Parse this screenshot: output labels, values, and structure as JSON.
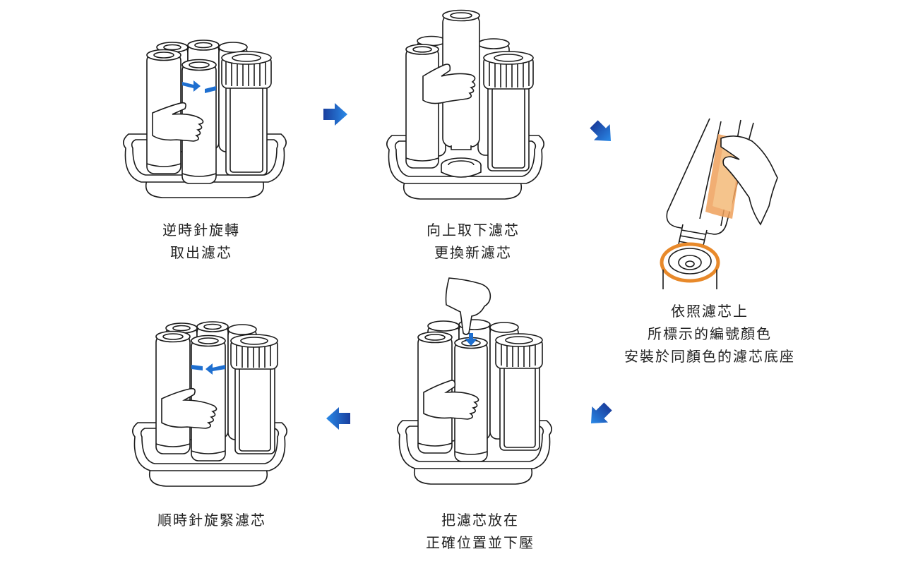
{
  "steps": [
    {
      "id": 1,
      "caption": [
        "逆時針旋轉",
        "取出濾芯"
      ]
    },
    {
      "id": 2,
      "caption": [
        "向上取下濾芯",
        "更換新濾芯"
      ]
    },
    {
      "id": 3,
      "caption": [
        "依照濾芯上",
        "所標示的編號顏色",
        "安裝於同顏色的濾芯底座"
      ]
    },
    {
      "id": 4,
      "caption": [
        "把濾芯放在",
        "正確位置並下壓"
      ]
    },
    {
      "id": 5,
      "caption": [
        "順時針旋緊濾芯"
      ]
    }
  ],
  "flow_arrows": [
    {
      "from": 1,
      "to": 2,
      "direction": "right"
    },
    {
      "from": 2,
      "to": 3,
      "direction": "down-right"
    },
    {
      "from": 3,
      "to": 4,
      "direction": "down-left"
    },
    {
      "from": 4,
      "to": 5,
      "direction": "left"
    }
  ],
  "colors": {
    "line": "#1a1a1a",
    "arrow_blue": "#1e6fd0",
    "arrow_blue_dark": "#1a3f9e",
    "highlight_orange": "#e8892a"
  }
}
